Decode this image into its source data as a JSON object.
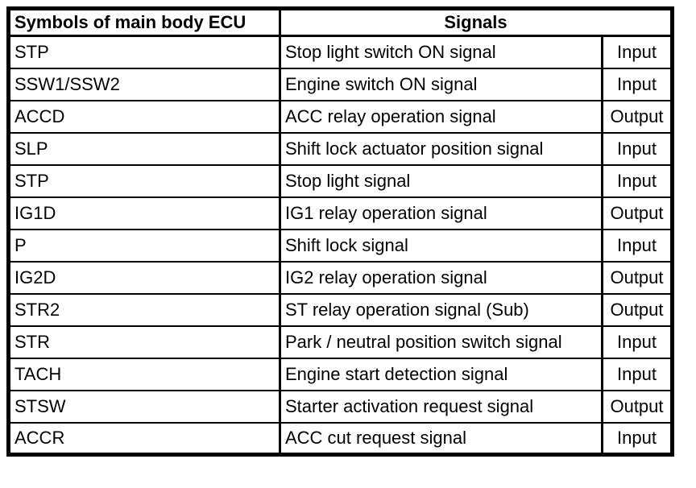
{
  "page": {
    "background_color": "#ffffff",
    "border_color": "#000000",
    "text_color": "#000000"
  },
  "table": {
    "headers": {
      "symbols": "Symbols of main body ECU",
      "signals": "Signals"
    },
    "rows": [
      {
        "symbol": "STP",
        "signal": "Stop light switch ON signal",
        "direction": "Input"
      },
      {
        "symbol": "SSW1/SSW2",
        "signal": "Engine switch ON signal",
        "direction": "Input"
      },
      {
        "symbol": "ACCD",
        "signal": "ACC relay operation signal",
        "direction": "Output"
      },
      {
        "symbol": "SLP",
        "signal": "Shift lock actuator position signal",
        "direction": "Input"
      },
      {
        "symbol": "STP",
        "signal": "Stop light signal",
        "direction": "Input"
      },
      {
        "symbol": "IG1D",
        "signal": "IG1 relay operation signal",
        "direction": "Output"
      },
      {
        "symbol": "P",
        "signal": "Shift lock signal",
        "direction": "Input"
      },
      {
        "symbol": "IG2D",
        "signal": "IG2 relay operation signal",
        "direction": "Output"
      },
      {
        "symbol": "STR2",
        "signal": "ST relay operation signal (Sub)",
        "direction": "Output"
      },
      {
        "symbol": "STR",
        "signal": "Park / neutral position switch signal",
        "direction": "Input"
      },
      {
        "symbol": "TACH",
        "signal": "Engine start detection signal",
        "direction": "Input"
      },
      {
        "symbol": "STSW",
        "signal": "Starter activation request signal",
        "direction": "Output"
      },
      {
        "symbol": "ACCR",
        "signal": "ACC cut request signal",
        "direction": "Input"
      }
    ]
  }
}
